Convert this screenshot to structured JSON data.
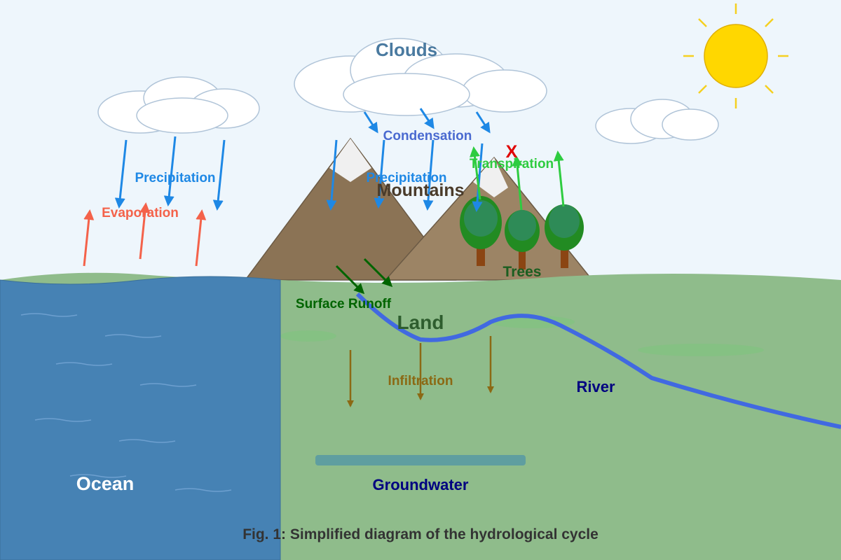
{
  "labels": {
    "clouds": "Clouds",
    "condensation": "Condensation",
    "precipitation_left": "Precipitation",
    "precipitation_center": "Precipitation",
    "evaporation": "Evaporation",
    "transpiration": "Transpiration",
    "mountains": "Mountains",
    "trees": "Trees",
    "surface_runoff": "Surface Runoff",
    "land": "Land",
    "infiltration": "Infiltration",
    "river": "River",
    "ocean": "Ocean",
    "groundwater": "Groundwater",
    "error_mark": "X"
  },
  "caption": "Fig. 1: Simplified diagram of the hydrological cycle",
  "colors": {
    "sky": "#eef6fc",
    "ocean": "#4682b4",
    "land": "#8fbc8b",
    "mountain_back": "#8b7355",
    "mountain_front": "#9c8465",
    "snow": "#f0f0f0",
    "sun": "#ffd700",
    "sun_ray": "#f5d020",
    "river": "#4169e1",
    "groundwater": "#5f9ea0",
    "precipitation": "#1e88e5",
    "evaporation": "#f4624a",
    "transpiration": "#2ecc40",
    "runoff": "#006400",
    "infiltration": "#8b6914",
    "tree_canopy": "#228b22",
    "tree_trunk": "#8b4513",
    "cloud_fill": "#ffffff",
    "cloud_stroke": "#b0c4d8",
    "error": "#e00000"
  }
}
